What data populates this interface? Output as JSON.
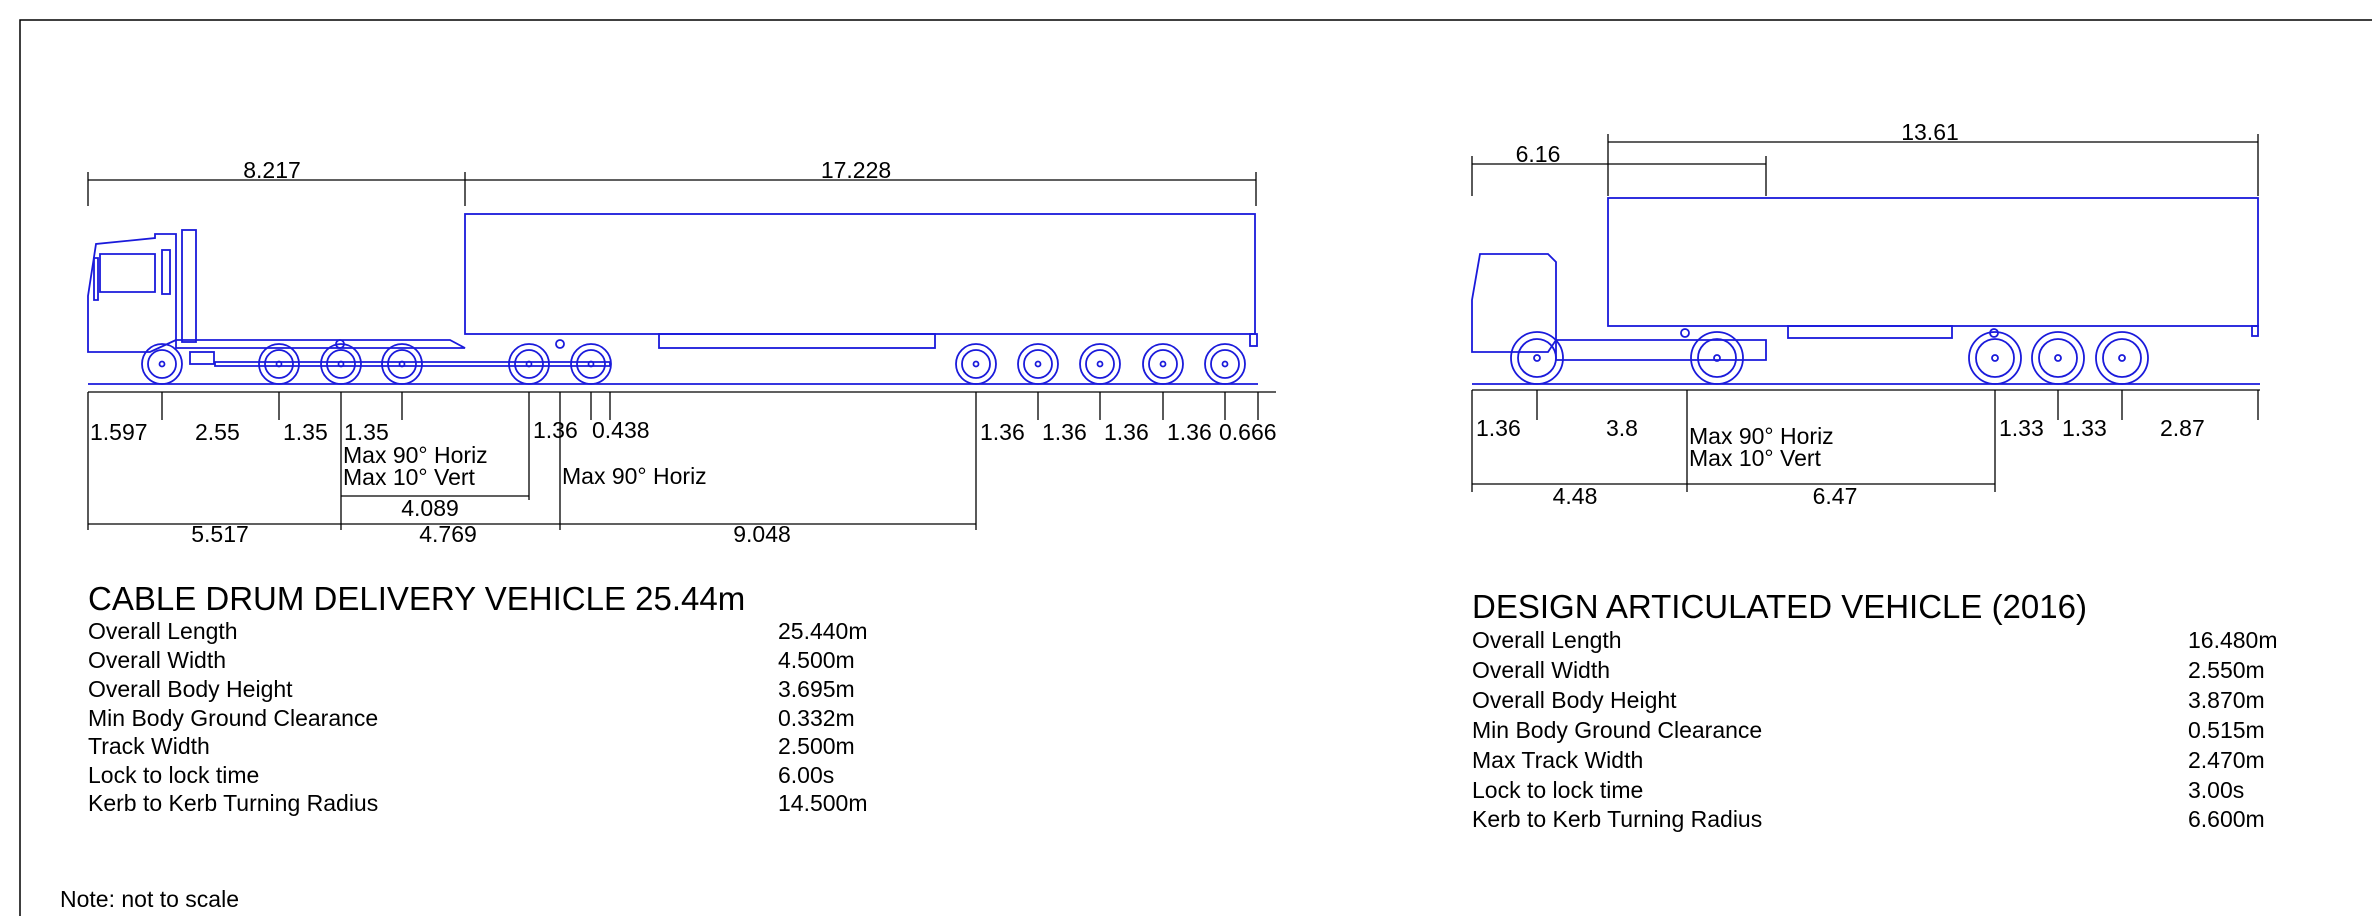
{
  "colors": {
    "vehicle_outline": "#1a1adb",
    "dimension_lines": "#000000",
    "background": "#ffffff"
  },
  "vehicle1": {
    "title": "CABLE DRUM DELIVERY VEHICLE 25.44m",
    "top_dims": [
      "8.217",
      "17.228"
    ],
    "axle_dims_front": [
      "1.597",
      "2.55",
      "1.35",
      "1.35"
    ],
    "axle_dims_mid": [
      "1.36",
      "0.438"
    ],
    "axle_dims_rear": [
      "1.36",
      "1.36",
      "1.36",
      "1.36",
      "0.666"
    ],
    "note_steer1_line1": "Max 90° Horiz",
    "note_steer1_line2": "Max 10° Vert",
    "note_steer2": "Max 90° Horiz",
    "lower_dims": [
      "4.089",
      "5.517",
      "4.769",
      "9.048"
    ],
    "specs": [
      {
        "label": "Overall Length",
        "value": "25.440m"
      },
      {
        "label": "Overall Width",
        "value": "4.500m"
      },
      {
        "label": "Overall Body Height",
        "value": "3.695m"
      },
      {
        "label": "Min Body Ground Clearance",
        "value": "0.332m"
      },
      {
        "label": "Track Width",
        "value": "2.500m"
      },
      {
        "label": "Lock to lock time",
        "value": "6.00s"
      },
      {
        "label": "Kerb to Kerb Turning Radius",
        "value": "14.500m"
      }
    ]
  },
  "vehicle2": {
    "title": "DESIGN ARTICULATED VEHICLE (2016)",
    "top_dims": [
      "6.16",
      "13.61"
    ],
    "axle_dims_front": [
      "1.36",
      "3.8"
    ],
    "axle_dims_rear": [
      "1.33",
      "1.33",
      "2.87"
    ],
    "note_line1": "Max 90° Horiz",
    "note_line2": "Max 10° Vert",
    "lower_dims": [
      "4.48",
      "6.47"
    ],
    "specs": [
      {
        "label": "Overall Length",
        "value": "16.480m"
      },
      {
        "label": "Overall Width",
        "value": "2.550m"
      },
      {
        "label": "Overall Body Height",
        "value": "3.870m"
      },
      {
        "label": "Min Body Ground Clearance",
        "value": "0.515m"
      },
      {
        "label": "Max Track Width",
        "value": "2.470m"
      },
      {
        "label": "Lock to lock time",
        "value": "3.00s"
      },
      {
        "label": "Kerb to Kerb Turning Radius",
        "value": "6.600m"
      }
    ]
  },
  "note": "Note: not to scale"
}
